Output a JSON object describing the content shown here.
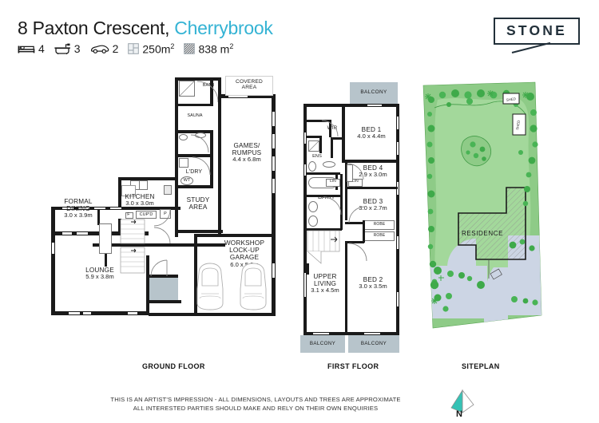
{
  "header": {
    "street": "8 Paxton Crescent,",
    "suburb": "Cherrybrook",
    "specs": [
      {
        "icon": "bed-icon",
        "value": "4"
      },
      {
        "icon": "bath-icon",
        "value": "3"
      },
      {
        "icon": "car-icon",
        "value": "2"
      },
      {
        "icon": "floorplan-icon",
        "value": "250m",
        "unit": "2"
      },
      {
        "icon": "land-icon",
        "value": "838 m",
        "unit": "2"
      }
    ],
    "logo": "STONE"
  },
  "captions": {
    "ground": "GROUND FLOOR",
    "first": "FIRST FLOOR",
    "site": "SITEPLAN",
    "north": "N"
  },
  "disclaimer": {
    "line1": "THIS IS AN ARTIST'S IMPRESSION - ALL DIMENSIONS, LAYOUTS AND TREES ARE APPROXIMATE",
    "line2": "ALL INTERESTED PARTIES SHOULD MAKE AND RELY ON THEIR OWN ENQUIRIES"
  },
  "ground_floor": {
    "rooms": [
      {
        "name": "FORMAL\nDINING",
        "nm1": "FORMAL",
        "nm2": "DINING",
        "dim": "3.0 x 3.9m"
      },
      {
        "name": "KITCHEN",
        "nm1": "KITCHEN",
        "dim": "3.0 x 3.0m"
      },
      {
        "name": "LOUNGE",
        "nm1": "LOUNGE",
        "dim": "5.9 x 3.8m"
      },
      {
        "name": "GAMES/RUMPUS",
        "nm1": "GAMES/",
        "nm2": "RUMPUS",
        "dim": "4.4 x 6.8m"
      },
      {
        "name": "WORKSHOP LOCK-UP GARAGE",
        "nm1": "WORKSHOP",
        "nm2": "LOCK-UP",
        "nm3": "GARAGE",
        "dim": "6.0 x 5.3m"
      },
      {
        "name": "STUDY AREA",
        "nm1": "STUDY",
        "nm2": "AREA"
      },
      {
        "name": "COVERED AREA",
        "nm1": "COVERED",
        "nm2": "AREA"
      }
    ],
    "small_labels": [
      "BATH",
      "SAUNA",
      "L'DRY",
      "WT",
      "F",
      "CUP'D",
      "P"
    ]
  },
  "first_floor": {
    "rooms": [
      {
        "nm1": "BED 1",
        "dim": "4.0 x 4.4m"
      },
      {
        "nm1": "BED 4",
        "dim": "2.9 x 3.0m"
      },
      {
        "nm1": "BED 3",
        "dim": "3.0 x 2.7m"
      },
      {
        "nm1": "BED 2",
        "dim": "3.0 x 3.5m"
      },
      {
        "nm1": "UPPER",
        "nm2": "LIVING",
        "dim": "3.1 x 4.5m"
      }
    ],
    "small_labels": [
      "WIR",
      "ENS",
      "BATH",
      "LIN",
      "LIN",
      "ROBE",
      "ROBE"
    ],
    "balconies": [
      "BALCONY",
      "BALCONY",
      "BALCONY"
    ]
  },
  "siteplan": {
    "residence": "RESIDENCE",
    "sheds": [
      "SHED",
      "SHED"
    ]
  },
  "colors": {
    "accent": "#34b3d4",
    "wall": "#1a1a1a",
    "balcony_fill": "#b7c4cb",
    "lawn": "#7fc47f",
    "lawn_light": "#96d08f",
    "paving": "#ccd5e4",
    "tree": "#3faa4a",
    "logo": "#22303a",
    "compass": "#35c2b5"
  }
}
